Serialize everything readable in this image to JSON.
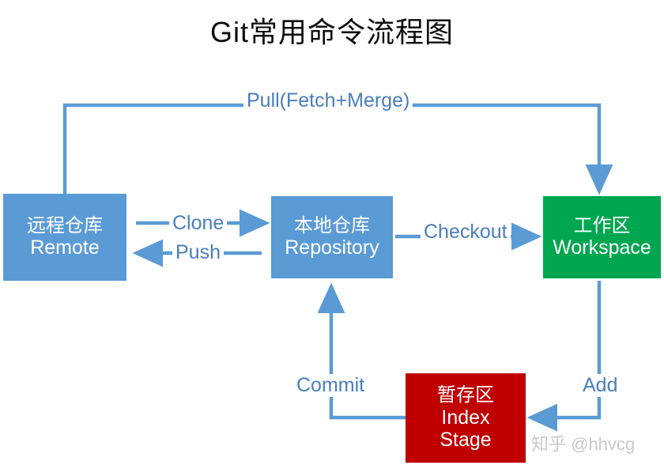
{
  "diagram": {
    "title": "Git常用命令流程图",
    "watermark": "知乎 @hhvcg",
    "colors": {
      "blue_node": "#5B9BD5",
      "green_node": "#00A650",
      "red_node": "#C00000",
      "arrow": "#5B9BD5",
      "label_text": "#4A7EBB",
      "title_text": "#0D0D0D",
      "background": "#FFFFFF"
    },
    "nodes": [
      {
        "id": "remote",
        "line1": "远程仓库",
        "line2": "Remote",
        "line3": "",
        "color": "#5B9BD5"
      },
      {
        "id": "repository",
        "line1": "本地仓库",
        "line2": "Repository",
        "line3": "",
        "color": "#5B9BD5"
      },
      {
        "id": "workspace",
        "line1": "工作区",
        "line2": "Workspace",
        "line3": "",
        "color": "#00A650"
      },
      {
        "id": "index",
        "line1": "暂存区",
        "line2": "Index",
        "line3": "Stage",
        "color": "#C00000"
      }
    ],
    "edges": [
      {
        "id": "pull",
        "label": "Pull(Fetch+Merge)",
        "from": "remote",
        "to": "workspace",
        "direction": "right"
      },
      {
        "id": "clone",
        "label": "Clone",
        "from": "remote",
        "to": "repository",
        "direction": "right"
      },
      {
        "id": "push",
        "label": "Push",
        "from": "repository",
        "to": "remote",
        "direction": "left"
      },
      {
        "id": "checkout",
        "label": "Checkout",
        "from": "repository",
        "to": "workspace",
        "direction": "right"
      },
      {
        "id": "add",
        "label": "Add",
        "from": "workspace",
        "to": "index",
        "direction": "down-left"
      },
      {
        "id": "commit",
        "label": "Commit",
        "from": "index",
        "to": "repository",
        "direction": "left-up"
      }
    ]
  }
}
